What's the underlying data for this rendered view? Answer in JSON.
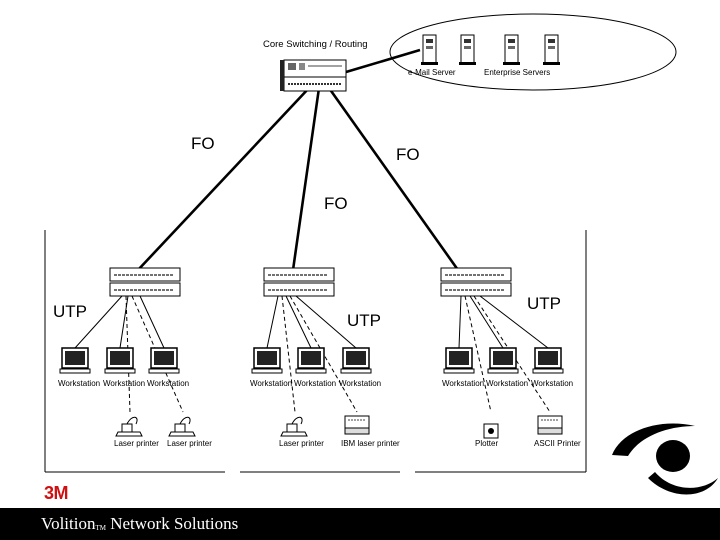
{
  "core": {
    "label": "Core Switching / Routing",
    "servers": [
      "e-Mail Server",
      "Enterprise Servers"
    ]
  },
  "links": {
    "fo_left": "FO",
    "fo_center": "FO",
    "fo_right": "FO"
  },
  "segments": [
    {
      "utp": "UTP",
      "workstations": [
        "Workstation",
        "Workstation",
        "Workstation"
      ],
      "printers": [
        "Laser printer",
        "Laser printer"
      ]
    },
    {
      "utp": "UTP",
      "workstations": [
        "Workstation",
        "Workstation",
        "Workstation"
      ],
      "printers": [
        "Laser printer",
        "IBM laser printer"
      ]
    },
    {
      "utp": "UTP",
      "workstations": [
        "Workstation",
        "Workstation",
        "Workstation"
      ],
      "printers": [
        "Plotter",
        "ASCII Printer"
      ]
    }
  ],
  "branding": {
    "logo_3m": "3M",
    "product": "Volition",
    "trademark": "TM",
    "suffix": "Network Solutions"
  },
  "colors": {
    "logo_red": "#d01010",
    "footer_bg": "#000000",
    "line": "#000000"
  }
}
